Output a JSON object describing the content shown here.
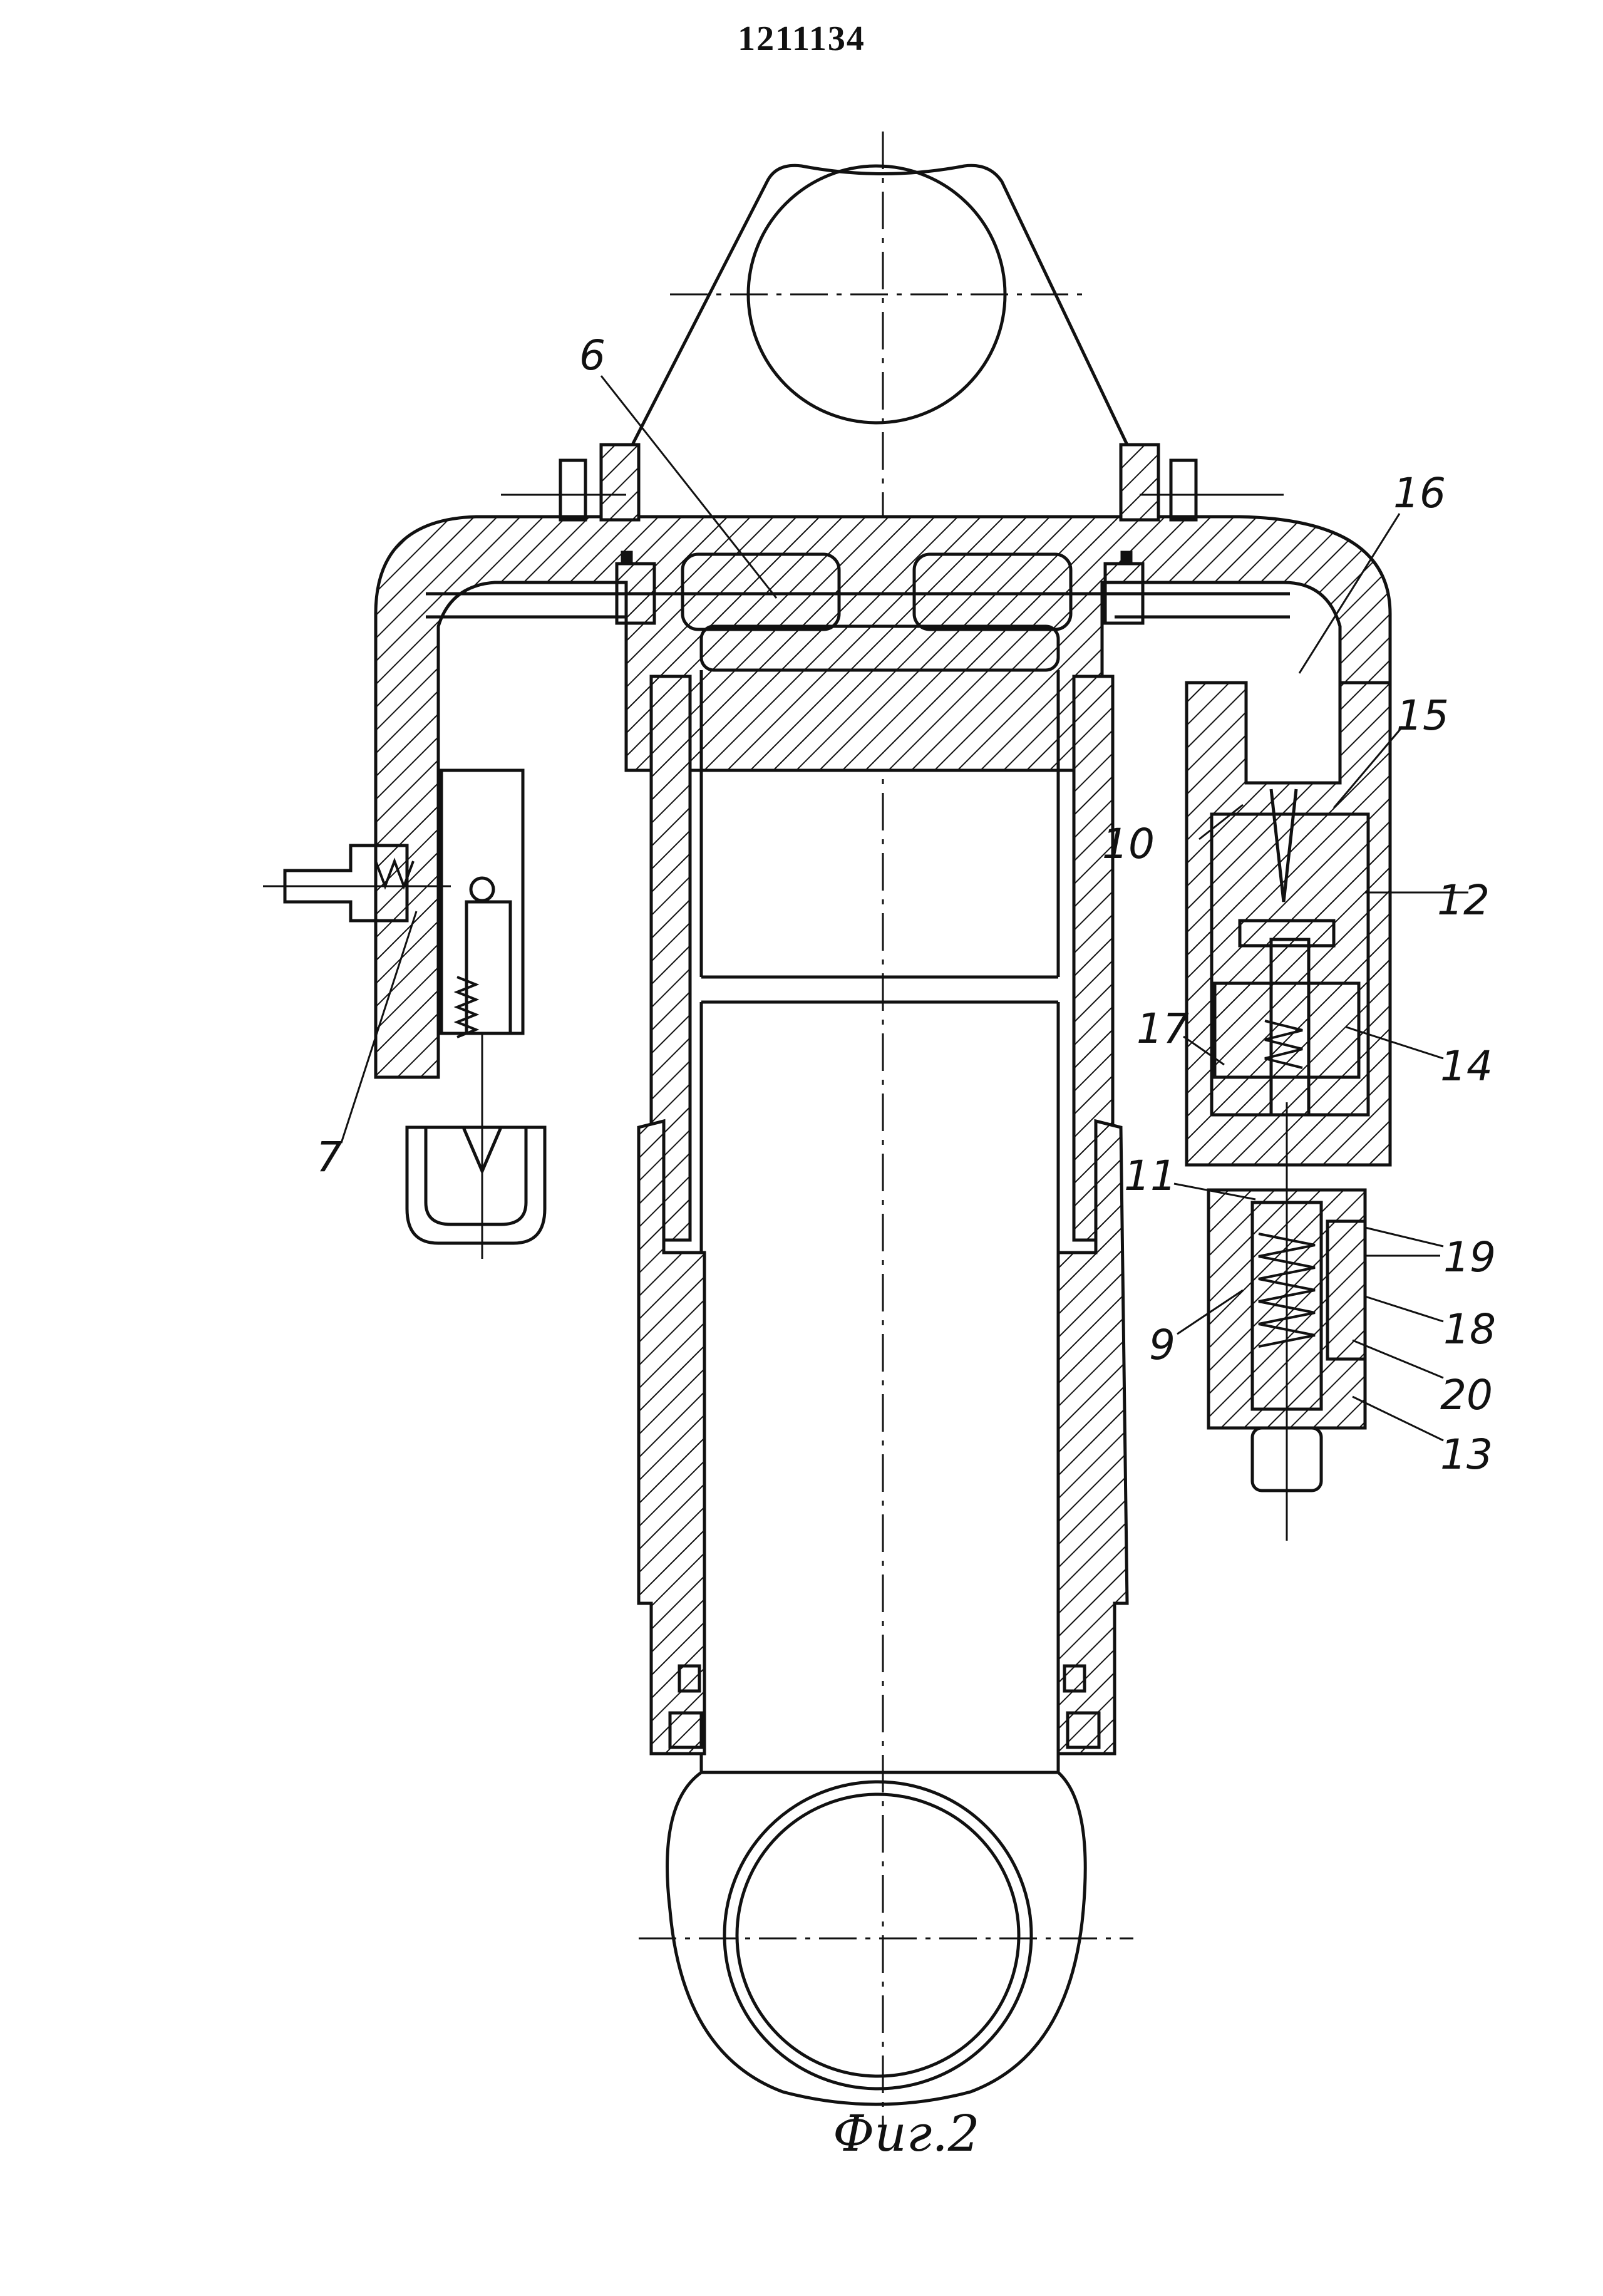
{
  "header": {
    "document_number": "1211134"
  },
  "figure": {
    "caption": "Фиг.2"
  },
  "callouts": [
    {
      "id": "6",
      "text": "6"
    },
    {
      "id": "7",
      "text": "7"
    },
    {
      "id": "9",
      "text": "9"
    },
    {
      "id": "10",
      "text": "10"
    },
    {
      "id": "11",
      "text": "11"
    },
    {
      "id": "12",
      "text": "12"
    },
    {
      "id": "13",
      "text": "13"
    },
    {
      "id": "14",
      "text": "14"
    },
    {
      "id": "15",
      "text": "15"
    },
    {
      "id": "16",
      "text": "16"
    },
    {
      "id": "17",
      "text": "17"
    },
    {
      "id": "18",
      "text": "18"
    },
    {
      "id": "19",
      "text": "19"
    },
    {
      "id": "20",
      "text": "20"
    }
  ]
}
